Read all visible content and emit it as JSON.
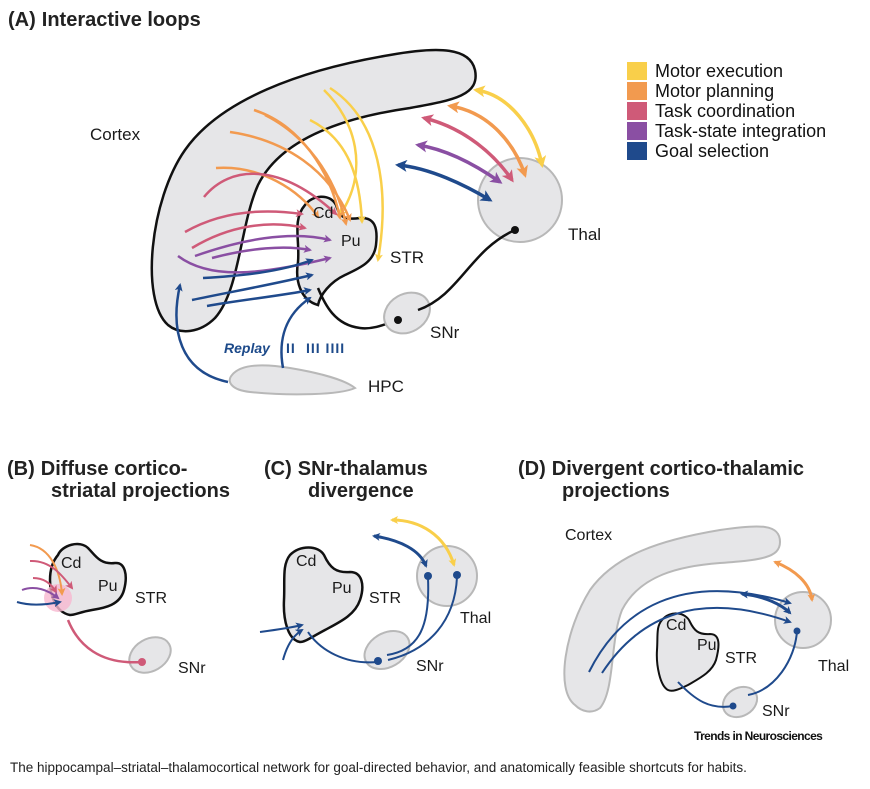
{
  "panels": {
    "A": {
      "tag": "(A)",
      "title": "Interactive loops"
    },
    "B": {
      "tag": "(B)",
      "title_line1": "Diffuse cortico-",
      "title_line2": "striatal projections"
    },
    "C": {
      "tag": "(C)",
      "title_line1": "SNr-thalamus",
      "title_line2": "divergence"
    },
    "D": {
      "tag": "(D)",
      "title_line1": "Divergent cortico-thalamic",
      "title_line2": "projections"
    }
  },
  "regions": {
    "cortex": "Cortex",
    "caudate": "Cd",
    "putamen": "Pu",
    "striatum": "STR",
    "thalamus": "Thal",
    "snr": "SNr",
    "hippocampus": "HPC"
  },
  "replay": {
    "label": "Replay",
    "spikes_1": "II",
    "spikes_2": "III IIII"
  },
  "legend": [
    {
      "label": "Motor execution",
      "color": "#f9cf4a"
    },
    {
      "label": "Motor planning",
      "color": "#f29a4f"
    },
    {
      "label": "Task coordination",
      "color": "#cf5a78"
    },
    {
      "label": "Task-state integration",
      "color": "#8a4fa3"
    },
    {
      "label": "Goal selection",
      "color": "#1f4a8c"
    }
  ],
  "colors": {
    "region_fill": "#e6e6e8",
    "outline_dark": "#111111",
    "outline_light": "#b8b8b8",
    "highlight_pink": "#f7b8d0"
  },
  "journal": "Trends in Neurosciences",
  "caption": "The hippocampal–striatal–thalamocortical network for goal-directed behavior, and anatomically feasible shortcuts for habits."
}
